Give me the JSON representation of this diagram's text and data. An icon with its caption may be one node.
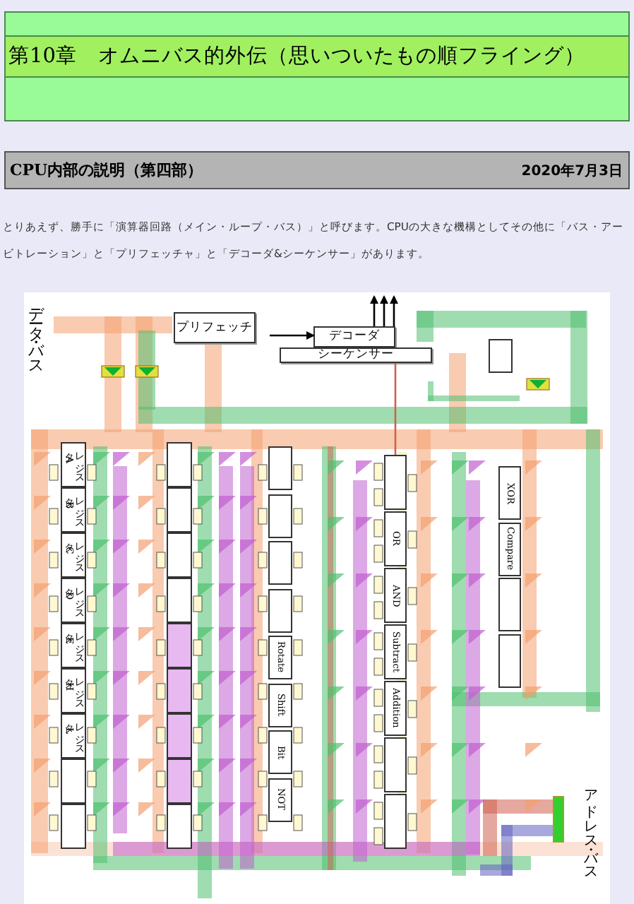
{
  "diagram": {
    "title": "第10章　オムニバス的外伝（思いついたもの順フライング）",
    "nodes": [
      {
        "text": [
          "プリフェッチ"
        ]
      },
      {
        "text": [
          "デコーダ"
        ]
      },
      {
        "text": [
          "シーケンサー"
        ]
      },
      {
        "text": [],
        "shape": "box"
      },
      {
        "text": [
          "レジスタA"
        ]
      },
      {
        "text": [
          "レジスタB"
        ]
      },
      {
        "text": [
          "レジスタC"
        ]
      },
      {
        "text": [
          "レジスタD"
        ]
      },
      {
        "text": [
          "レジスタE"
        ]
      },
      {
        "text": [
          "レジスタH"
        ]
      },
      {
        "text": [
          "レジスタL"
        ]
      },
      {
        "text": [],
        "shape": "box"
      },
      {
        "text": [],
        "shape": "box"
      },
      {
        "text": [],
        "shape": "box"
      },
      {
        "text": [],
        "shape": "box"
      },
      {
        "text": [],
        "shape": "box"
      },
      {
        "text": [],
        "shape": "box"
      },
      {
        "text": [],
        "shape": "box"
      },
      {
        "text": [],
        "shape": "box"
      },
      {
        "text": [],
        "shape": "box"
      },
      {
        "text": [],
        "shape": "box"
      },
      {
        "text": [],
        "shape": "box"
      },
      {
        "text": [],
        "shape": "box"
      },
      {
        "text": [],
        "shape": "box"
      },
      {
        "text": [],
        "shape": "box"
      },
      {
        "text": [],
        "shape": "box"
      },
      {
        "text": [
          "Rotate"
        ]
      },
      {
        "text": [
          "Shift"
        ]
      },
      {
        "text": [
          "Bit"
        ]
      },
      {
        "text": [
          "NOT"
        ]
      },
      {
        "text": [],
        "shape": "box"
      },
      {
        "text": [
          "OR"
        ]
      },
      {
        "text": [
          "AND"
        ]
      },
      {
        "text": [
          "Subtract"
        ]
      },
      {
        "text": [
          "Addition"
        ]
      },
      {
        "text": [],
        "shape": "box"
      },
      {
        "text": [],
        "shape": "box"
      },
      {
        "text": [
          "XOR"
        ]
      },
      {
        "text": [
          "Compare"
        ]
      },
      {
        "text": [],
        "shape": "box"
      },
      {
        "text": [],
        "shape": "box"
      }
    ],
    "edges": [
      {
        "from": 0,
        "to": 1,
        "arrow": "to"
      },
      {
        "from": 1,
        "to": null,
        "arrow": "to"
      },
      {
        "from": 1,
        "to": null,
        "arrow": "to"
      },
      {
        "from": 1,
        "to": null,
        "arrow": "to"
      },
      {
        "from": 2,
        "to": 30,
        "arrow": "none",
        "color": "#d06050"
      }
    ],
    "labels": [
      "CPU内部の説明（第四部）",
      "2020年7月3日",
      "とりあえず、勝手に「演算器回路（メイン・ループ・バス）」と呼びます。CPUの大きな機構としてその他に「バス・アービトレーション」と「プリフェッチャ」と「デコーダ&シーケンサー」があります。",
      "データ・バス",
      "アドレス・バス"
    ]
  }
}
